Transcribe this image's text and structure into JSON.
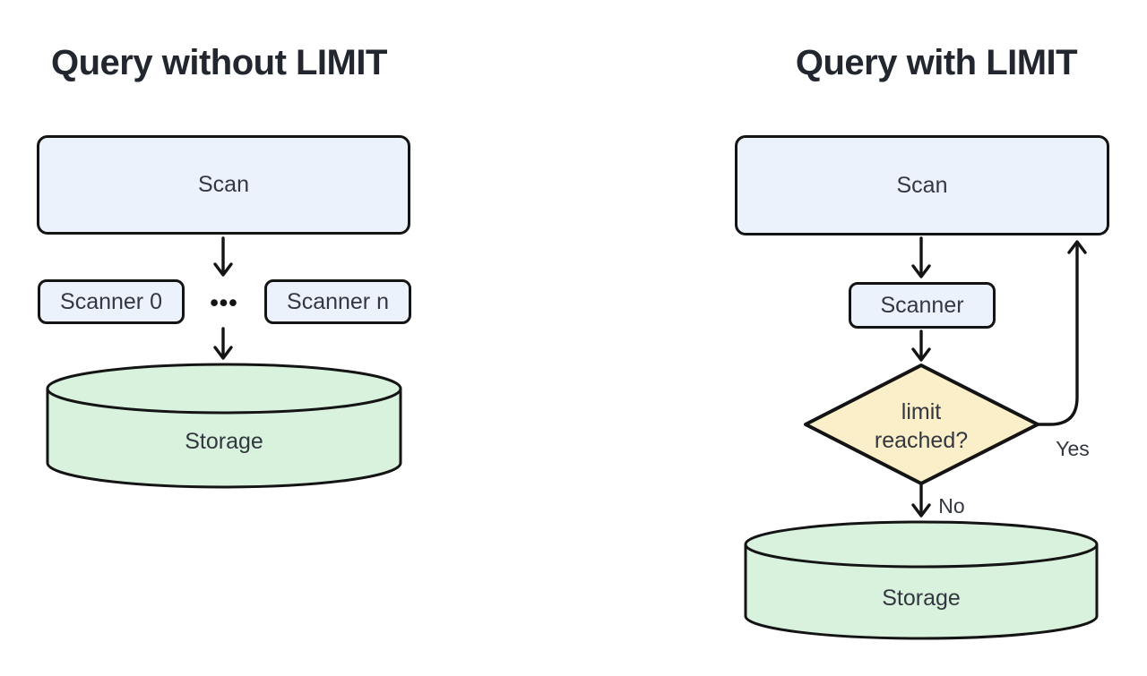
{
  "colors": {
    "node-blue": "#ECF2FB",
    "node-green": "#D9F2DE",
    "node-yellow": "#FAEFC9",
    "stroke": "#141414",
    "node-text": "#333740",
    "title-text": "#22262E",
    "background": "#FFFFFF"
  },
  "left": {
    "title": "Query without LIMIT",
    "scan": "Scan",
    "scanner0": "Scanner 0",
    "ellipsis": "•••",
    "scanner_n": "Scanner n",
    "storage": "Storage"
  },
  "right": {
    "title": "Query with LIMIT",
    "scan": "Scan",
    "scanner": "Scanner",
    "decision": {
      "line1": "limit",
      "line2": "reached?"
    },
    "yes": "Yes",
    "no": "No",
    "storage": "Storage"
  }
}
